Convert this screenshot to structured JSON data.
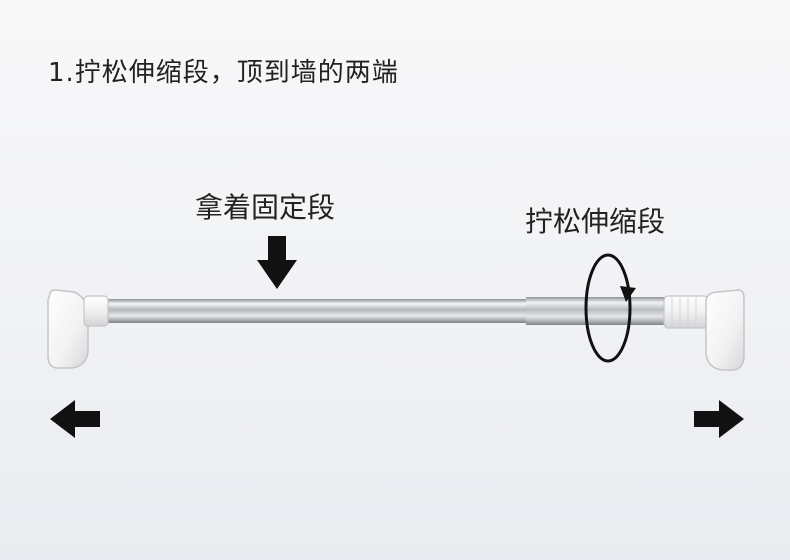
{
  "title": "1.拧松伸缩段，顶到墙的两端",
  "labels": {
    "fixed_segment": "拿着固定段",
    "twist_segment": "拧松伸缩段"
  },
  "icons": {
    "press": "arrow-down-icon",
    "rotate": "rotate-icon",
    "left": "arrow-left-icon",
    "right": "arrow-right-icon"
  },
  "colors": {
    "text": "#222222",
    "arrow": "#111111",
    "rod": "#c9ccd0"
  }
}
